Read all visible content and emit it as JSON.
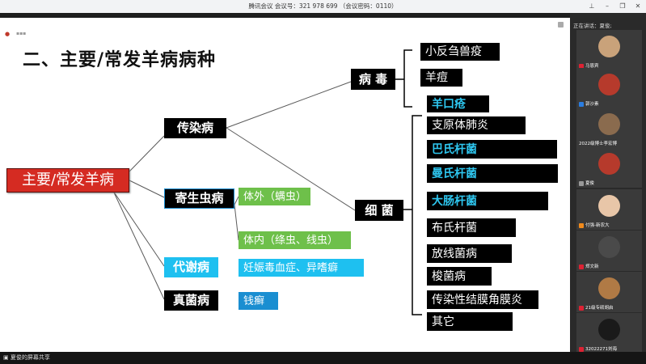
{
  "app": {
    "title": "腾讯会议  会议号：321 978 699  （会议密码：0110）",
    "speaking": "正在讲话：夏俊;",
    "bottom_status": "夏俊的屏幕共享"
  },
  "slide": {
    "heading": "二、主要/常发羊病病种",
    "main": "主要/常发羊病",
    "categories": {
      "infectious": "传染病",
      "parasitic": "寄生虫病",
      "metabolic": "代谢病",
      "fungal": "真菌病"
    },
    "parasitic_items": [
      "体外（螨虫）",
      "体内（绦虫、线虫）"
    ],
    "metabolic_items": [
      "妊娠毒血症、异嗜癖"
    ],
    "fungal_items": [
      "钱癣"
    ],
    "infectious_sub": {
      "virus": "病 毒",
      "bacteria": "细 菌"
    },
    "virus_items": [
      "小反刍兽疫",
      "羊痘",
      "羊口疮"
    ],
    "bacteria_items": [
      "支原体肺炎",
      "巴氏杆菌",
      "曼氏杆菌",
      "大肠杆菌",
      "布氏杆菌",
      "放线菌病",
      "梭菌病",
      "传染性结膜角膜炎",
      "其它"
    ]
  },
  "participants": [
    {
      "name": "马恩宾",
      "avatar_color": "#c9a27a",
      "mic": "red"
    },
    {
      "name": "郭沙素",
      "avatar_color": "#b63a2c",
      "mic": "blue"
    },
    {
      "name": "2022级博士李宏博",
      "avatar_color": "#8a6b4e",
      "mic": "none"
    },
    {
      "name": "夏俊",
      "avatar_color": "#b63a2c",
      "mic": "grey"
    },
    {
      "name": "付强-新农大",
      "avatar_color": "#e8c6a8",
      "mic": "orange"
    },
    {
      "name": "郑文新",
      "avatar_color": "#4a4a4a",
      "mic": "red"
    },
    {
      "name": "21级专硕胡启",
      "avatar_color": "#b07a45",
      "mic": "red"
    },
    {
      "name": "32022271刘海",
      "avatar_color": "#1a1a1a",
      "mic": "red"
    }
  ],
  "colors": {
    "main_box": "#d52b22",
    "category_box": "#000000",
    "parasite_box": "#6ec04a",
    "metabolic_box": "#1ec0f0",
    "fungal_box": "#1a8ed1",
    "highlight_text": "#2ec7f0"
  }
}
